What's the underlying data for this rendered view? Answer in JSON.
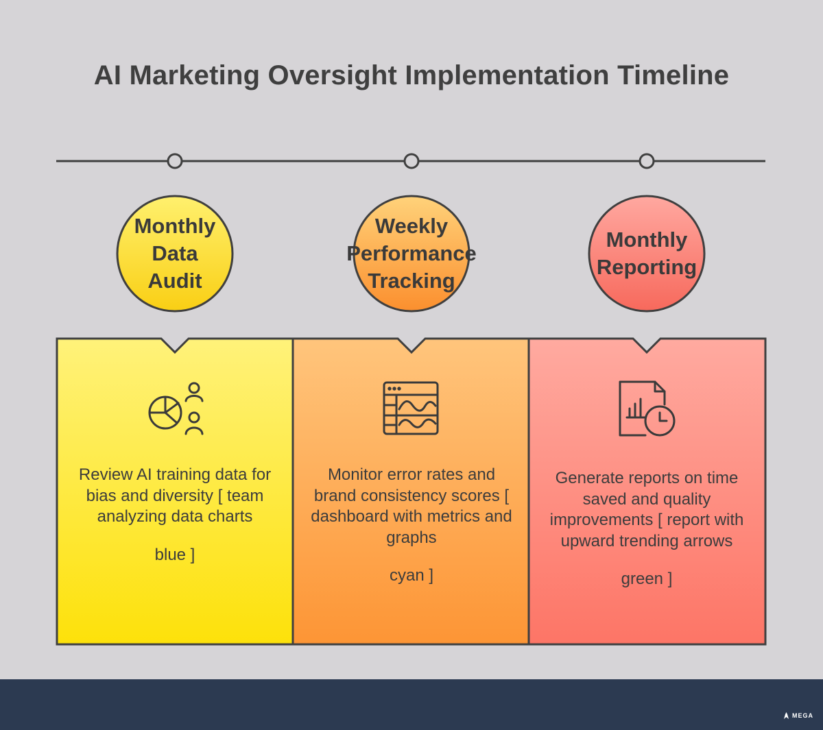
{
  "title": "AI Marketing Oversight Implementation Timeline",
  "steps": [
    {
      "heading_lines": [
        "Monthly",
        "Data",
        "Audit"
      ],
      "description": "Review AI training data for bias and diversity [ team analyzing data charts",
      "tail": "blue ]",
      "icon": "pie-chart-team-icon",
      "color": "#fde24a"
    },
    {
      "heading_lines": [
        "Weekly",
        "Performance",
        "Tracking"
      ],
      "description": "Monitor error rates and brand consistency scores [ dashboard with metrics and graphs",
      "tail": "cyan ]",
      "icon": "dashboard-graph-icon",
      "color": "#fdac5c"
    },
    {
      "heading_lines": [
        "Monthly",
        "Reporting"
      ],
      "description": "Generate reports on time saved and quality improvements [ report with upward trending arrows",
      "tail": "green ]",
      "icon": "report-clock-icon",
      "color": "#fd8c7a"
    }
  ],
  "footer": {
    "brand": "MEGA"
  }
}
